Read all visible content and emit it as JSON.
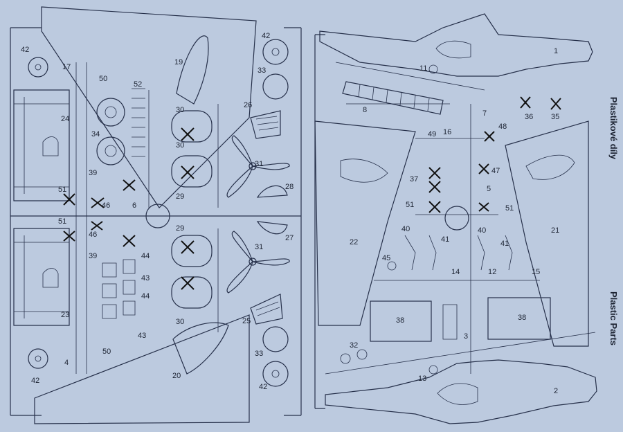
{
  "captions": {
    "czech": "Plastikové díly",
    "english": "Plastic Parts"
  },
  "part_numbers": {
    "left_sprue": [
      "42",
      "17",
      "50",
      "19",
      "42",
      "33",
      "52",
      "26",
      "30",
      "24",
      "34",
      "31",
      "30",
      "39",
      "29",
      "28",
      "51",
      "46",
      "6",
      "51",
      "46",
      "29",
      "27",
      "39",
      "44",
      "31",
      "43",
      "44",
      "30",
      "23",
      "43",
      "25",
      "4",
      "50",
      "33",
      "20",
      "42",
      "42"
    ],
    "right_sprue": [
      "1",
      "11",
      "8",
      "7",
      "36",
      "35",
      "49",
      "16",
      "48",
      "47",
      "37",
      "5",
      "51",
      "51",
      "22",
      "40",
      "41",
      "40",
      "41",
      "21",
      "45",
      "14",
      "12",
      "15",
      "38",
      "38",
      "3",
      "32",
      "13",
      "2"
    ]
  },
  "colors": {
    "background": "#bccadf",
    "line": "#26304a"
  }
}
